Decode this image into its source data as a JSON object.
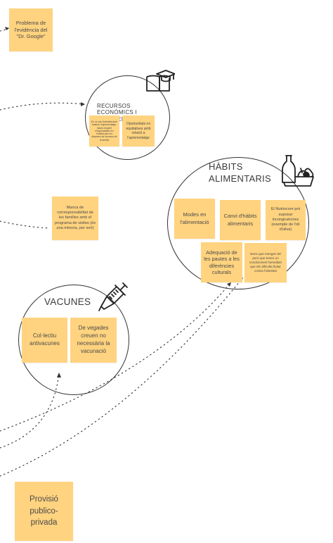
{
  "colors": {
    "sticky": "#ffd37f",
    "stroke": "#333333",
    "text": "#4a4a4a",
    "background": "#ffffff"
  },
  "notes": {
    "dr_google": "Problema de l'evidència del \"Dr. Google\"",
    "corresponsabilitat": "Manca de corresponsabilitat de les famílies amb el programa de visites (és una minoria, per sort)",
    "provisio": "Provisió publico-privada"
  },
  "recursos": {
    "title": "RECURSOS ECONÒMICS I APRENENTATGE",
    "icon": "book-cap-icon",
    "notes": [
      "En un cas d'obesitat amb trastorn d'aprenentatge, hauria requerit d'especialistes en l'institut però no disposen de recursos de la família",
      "Oportunitats no equitatives amb relació a l'aprenentatge"
    ]
  },
  "habits": {
    "title": "HÀBITS ALIMENTARIS",
    "icon": "food-basket-icon",
    "notes": [
      "Modes en l'alimentació",
      "Canvi d'hàbits alimentaris",
      "El Nutriscore pot suposar incongruències (exemple de l'oli d'oliva)",
      "Adequació de les pautes a les diferències culturals",
      "Nens que mengen bé però que tenen un condicionent hereditari que els dificulta lluitar contra l'obesitat"
    ]
  },
  "vacunes": {
    "title": "VACUNES",
    "icon": "syringe-icon",
    "notes": [
      "Col·lectiu antivacunes",
      "De vegades creuen no necessària la vacunació"
    ]
  }
}
